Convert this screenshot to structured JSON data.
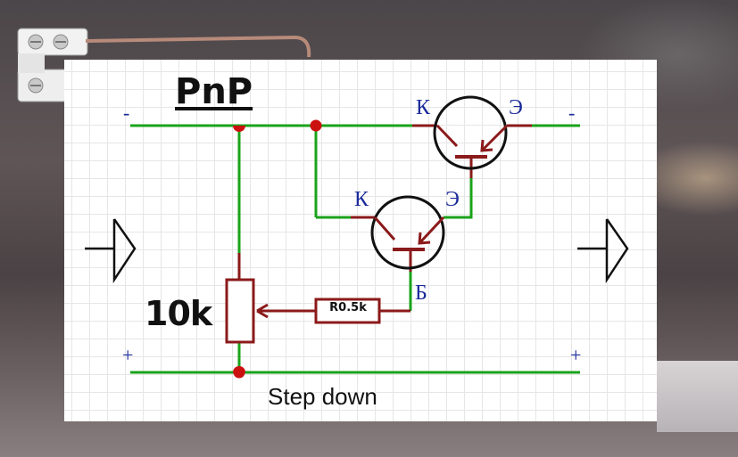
{
  "title": "PnP",
  "polarity": {
    "top_left": "-",
    "top_right": "-",
    "bottom_left": "+",
    "bottom_right": "+"
  },
  "transistor_top": {
    "collector": "К",
    "emitter": "Э"
  },
  "transistor_bottom": {
    "collector": "К",
    "emitter": "Э",
    "base": "Б"
  },
  "potentiometer_value": "10k",
  "resistor_value": "R0.5k",
  "caption": "Step down",
  "colors": {
    "wire": "#1aa31a",
    "component": "#8b1a1a",
    "junction": "#cc1111",
    "pin_label": "#1a2a9a"
  }
}
